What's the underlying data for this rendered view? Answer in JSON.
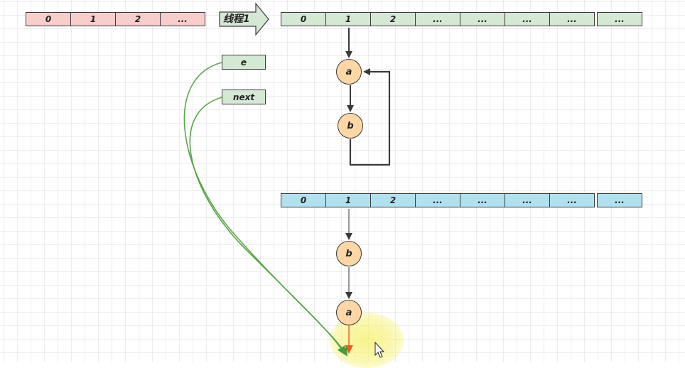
{
  "old_table": {
    "cells": [
      "0",
      "1",
      "2",
      "..."
    ]
  },
  "thread_arrow": {
    "label": "线程1"
  },
  "thread1_table": {
    "cells": [
      "0",
      "1",
      "2",
      "...",
      "...",
      "...",
      "...",
      "..."
    ]
  },
  "thread1_chain": {
    "node_a": "a",
    "node_b": "b"
  },
  "variables": {
    "e_label": "e",
    "next_label": "next"
  },
  "new_table": {
    "cells": [
      "0",
      "1",
      "2",
      "...",
      "...",
      "...",
      "...",
      "..."
    ]
  },
  "new_chain": {
    "node_b": "b",
    "node_a": "a"
  },
  "colors": {
    "old_table": "#f8cecc",
    "thread_table": "#d5e8d4",
    "new_table": "#b1e1ef",
    "node_fill": "#ffd7a6",
    "pointer_curve": "#5aa64b",
    "highlight_arrow": "#e8601c",
    "cursor_highlight": "#f7f28a"
  }
}
